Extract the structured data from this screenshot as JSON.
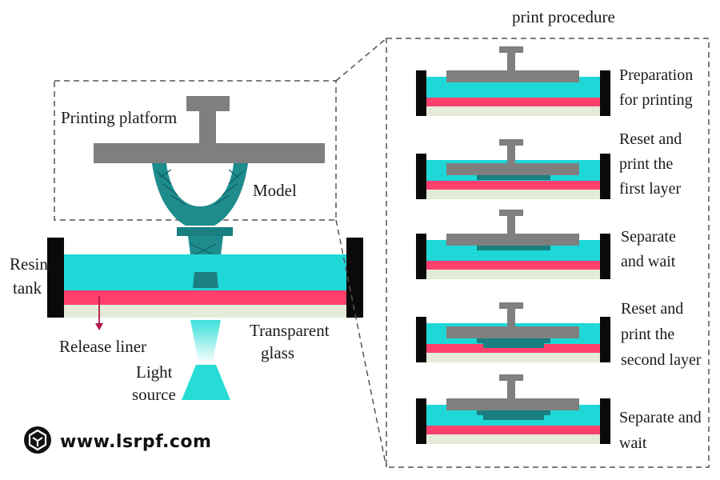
{
  "colors": {
    "resin": "#1ed8d8",
    "release_liner": "#ff3f6c",
    "glass": "#e4ecd9",
    "wall": "#0a0a0a",
    "platform": "#7f7f7f",
    "model": "#1e8c8c",
    "model_layer": "#1a7f80",
    "dash": "#555555",
    "liner_arrow": "#b0174a",
    "light": "#27dcd6"
  },
  "icons": {
    "logo": "lsrpf-logo-icon"
  },
  "main": {
    "printing_platform": "Printing platform",
    "model": "Model",
    "resin_tank": [
      "Resin",
      "tank"
    ],
    "release_liner": "Release liner",
    "transparent_glass": [
      "Transparent",
      "glass"
    ],
    "light_source": [
      "Light",
      "source"
    ]
  },
  "procedure": {
    "title": "print procedure",
    "steps": [
      {
        "label": [
          "Preparation",
          "for printing"
        ],
        "layers": 0
      },
      {
        "label": [
          "Reset and",
          "print the",
          "first layer"
        ],
        "layers": 1
      },
      {
        "label": [
          "Separate",
          "and wait"
        ],
        "layers": 1
      },
      {
        "label": [
          "Reset and",
          "print the",
          "second layer"
        ],
        "layers": 2
      },
      {
        "label": [
          "Separate and",
          "wait"
        ],
        "layers": 2
      }
    ]
  },
  "brand": {
    "url": "www.lsrpf.com"
  }
}
